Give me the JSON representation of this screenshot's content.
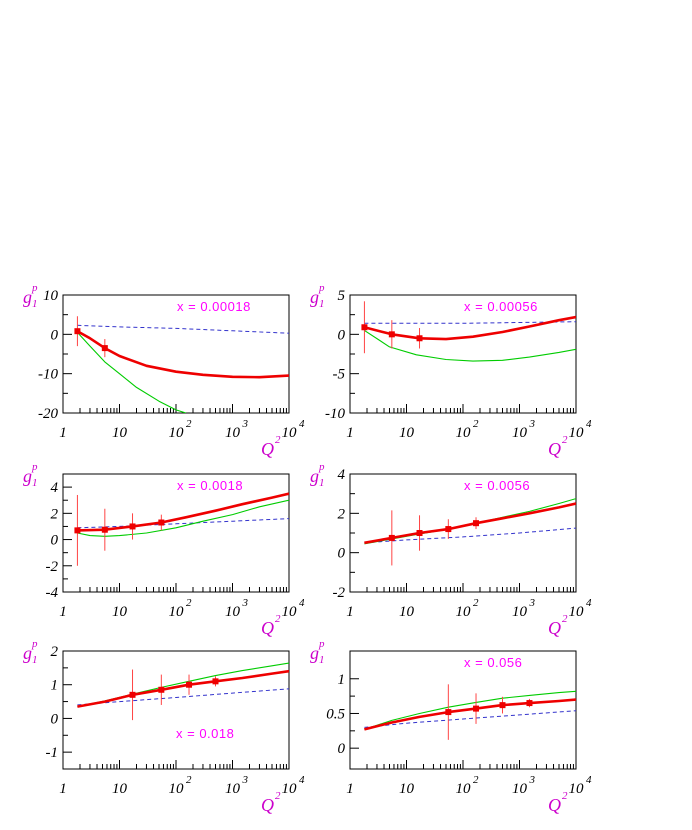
{
  "colors": {
    "thick_curve": "#ee0000",
    "thin_curve": "#00cc00",
    "dashed_curve": "#3333cc",
    "error_bar": "#ff4444",
    "label": "#ff00ff"
  },
  "chart_data": [
    {
      "type": "line",
      "label": "x = 0.00018",
      "ylabel": "g_1^p",
      "xlabel": "Q^2",
      "xscale": "log",
      "xlim": [
        1,
        10000
      ],
      "ylim": [
        -20,
        10
      ],
      "yticks": [
        -20,
        -10,
        0,
        10
      ],
      "label_pos": "top-right",
      "points": [
        [
          1.8,
          0.8,
          3.8
        ],
        [
          5.5,
          -3.5,
          2.3
        ]
      ],
      "series": [
        {
          "style": "thick",
          "x": [
            1.8,
            3,
            5.5,
            10,
            30,
            100,
            300,
            1000,
            3000,
            10000
          ],
          "y": [
            0.8,
            -1.0,
            -3.5,
            -5.5,
            -8.0,
            -9.5,
            -10.3,
            -10.8,
            -10.9,
            -10.5
          ]
        },
        {
          "style": "thin",
          "x": [
            1.8,
            3,
            5.5,
            10,
            20,
            50,
            100,
            150
          ],
          "y": [
            0.5,
            -3.0,
            -7.0,
            -10.0,
            -13.5,
            -17.0,
            -19.2,
            -20.0
          ]
        },
        {
          "style": "dashed",
          "x": [
            1.8,
            10,
            100,
            1000,
            10000
          ],
          "y": [
            2.3,
            1.9,
            1.5,
            0.9,
            0.3
          ]
        }
      ]
    },
    {
      "type": "line",
      "label": "x = 0.00056",
      "ylabel": "g_1^p",
      "xlabel": "Q^2",
      "xscale": "log",
      "xlim": [
        1,
        10000
      ],
      "ylim": [
        -10,
        5
      ],
      "yticks": [
        -10,
        -5,
        0,
        5
      ],
      "label_pos": "top-right",
      "points": [
        [
          1.8,
          0.9,
          3.3
        ],
        [
          5.5,
          0.0,
          1.8
        ],
        [
          17,
          -0.5,
          1.3
        ]
      ],
      "series": [
        {
          "style": "thick",
          "x": [
            1.8,
            5.5,
            17,
            50,
            150,
            500,
            1500,
            5000,
            10000
          ],
          "y": [
            0.9,
            0.0,
            -0.5,
            -0.6,
            -0.3,
            0.3,
            1.0,
            1.8,
            2.2
          ]
        },
        {
          "style": "thin",
          "x": [
            1.8,
            5,
            15,
            50,
            150,
            500,
            1500,
            5000,
            10000
          ],
          "y": [
            0.5,
            -1.6,
            -2.6,
            -3.2,
            -3.4,
            -3.3,
            -2.9,
            -2.3,
            -1.9
          ]
        },
        {
          "style": "dashed",
          "x": [
            1.8,
            10,
            100,
            1000,
            10000
          ],
          "y": [
            1.4,
            1.4,
            1.4,
            1.5,
            1.6
          ]
        }
      ]
    },
    {
      "type": "line",
      "label": "x = 0.0018",
      "ylabel": "g_1^p",
      "xlabel": "Q^2",
      "xscale": "log",
      "xlim": [
        1,
        10000
      ],
      "ylim": [
        -4,
        5
      ],
      "yticks": [
        -4,
        -2,
        0,
        2,
        4
      ],
      "label_pos": "top-right",
      "points": [
        [
          1.8,
          0.7,
          2.7
        ],
        [
          5.5,
          0.75,
          1.6
        ],
        [
          17,
          1.0,
          1.0
        ],
        [
          55,
          1.3,
          0.6
        ]
      ],
      "series": [
        {
          "style": "thick",
          "x": [
            1.8,
            5.5,
            17,
            55,
            150,
            500,
            1500,
            5000,
            10000
          ],
          "y": [
            0.7,
            0.75,
            1.0,
            1.3,
            1.7,
            2.2,
            2.7,
            3.2,
            3.5
          ]
        },
        {
          "style": "thin",
          "x": [
            1.8,
            3,
            5.5,
            10,
            30,
            100,
            300,
            1000,
            3000,
            10000
          ],
          "y": [
            0.5,
            0.3,
            0.25,
            0.3,
            0.5,
            0.9,
            1.4,
            1.9,
            2.5,
            3.0
          ]
        },
        {
          "style": "dashed",
          "x": [
            1.8,
            10,
            100,
            1000,
            10000
          ],
          "y": [
            0.9,
            1.0,
            1.2,
            1.4,
            1.6
          ]
        }
      ]
    },
    {
      "type": "line",
      "label": "x = 0.0056",
      "ylabel": "g_1^p",
      "xlabel": "Q^2",
      "xscale": "log",
      "xlim": [
        1,
        10000
      ],
      "ylim": [
        -2,
        4
      ],
      "yticks": [
        -2,
        0,
        2,
        4
      ],
      "label_pos": "top-right",
      "points": [
        [
          5.5,
          0.75,
          1.4
        ],
        [
          17,
          1.0,
          0.9
        ],
        [
          55,
          1.2,
          0.5
        ],
        [
          170,
          1.5,
          0.3
        ]
      ],
      "series": [
        {
          "style": "thick",
          "x": [
            1.8,
            5.5,
            17,
            55,
            170,
            500,
            1500,
            5000,
            10000
          ],
          "y": [
            0.5,
            0.75,
            1.0,
            1.2,
            1.5,
            1.75,
            2.0,
            2.3,
            2.5
          ]
        },
        {
          "style": "thin",
          "x": [
            1.8,
            5.5,
            17,
            55,
            170,
            500,
            1500,
            5000,
            10000
          ],
          "y": [
            0.45,
            0.7,
            0.95,
            1.2,
            1.5,
            1.8,
            2.1,
            2.5,
            2.75
          ]
        },
        {
          "style": "dashed",
          "x": [
            1.8,
            10,
            100,
            1000,
            10000
          ],
          "y": [
            0.5,
            0.65,
            0.8,
            1.0,
            1.25
          ]
        }
      ]
    },
    {
      "type": "line",
      "label": "x = 0.018",
      "ylabel": "g_1^p",
      "xlabel": "Q^2",
      "xscale": "log",
      "xlim": [
        1,
        10000
      ],
      "ylim": [
        -1.5,
        2
      ],
      "yticks": [
        -1,
        0,
        1,
        2
      ],
      "label_pos": "bottom-center",
      "points": [
        [
          17,
          0.7,
          0.75
        ],
        [
          55,
          0.85,
          0.45
        ],
        [
          170,
          1.0,
          0.3
        ],
        [
          500,
          1.1,
          0.15
        ]
      ],
      "series": [
        {
          "style": "thick",
          "x": [
            1.8,
            5.5,
            17,
            55,
            170,
            500,
            1500,
            5000,
            10000
          ],
          "y": [
            0.35,
            0.5,
            0.7,
            0.85,
            1.0,
            1.1,
            1.2,
            1.33,
            1.4
          ]
        },
        {
          "style": "thin",
          "x": [
            1.8,
            5.5,
            17,
            55,
            170,
            500,
            1500,
            5000,
            10000
          ],
          "y": [
            0.35,
            0.52,
            0.72,
            0.92,
            1.1,
            1.27,
            1.42,
            1.56,
            1.64
          ]
        },
        {
          "style": "dashed",
          "x": [
            1.8,
            10,
            100,
            1000,
            10000
          ],
          "y": [
            0.4,
            0.5,
            0.62,
            0.75,
            0.88
          ]
        }
      ]
    },
    {
      "type": "line",
      "label": "x = 0.056",
      "ylabel": "g_1^p",
      "xlabel": "Q^2",
      "xscale": "log",
      "xlim": [
        1,
        10000
      ],
      "ylim": [
        -0.3,
        1.4
      ],
      "yticks": [
        0,
        0.5,
        1
      ],
      "label_pos": "top-right",
      "points": [
        [
          55,
          0.52,
          0.4
        ],
        [
          170,
          0.57,
          0.22
        ],
        [
          500,
          0.62,
          0.12
        ],
        [
          1500,
          0.65,
          0.06
        ]
      ],
      "series": [
        {
          "style": "thick",
          "x": [
            1.8,
            5.5,
            17,
            55,
            170,
            500,
            1500,
            5000,
            10000
          ],
          "y": [
            0.27,
            0.37,
            0.45,
            0.52,
            0.57,
            0.62,
            0.65,
            0.68,
            0.7
          ]
        },
        {
          "style": "thin",
          "x": [
            1.8,
            5.5,
            17,
            55,
            170,
            500,
            1500,
            5000,
            10000
          ],
          "y": [
            0.27,
            0.4,
            0.5,
            0.59,
            0.66,
            0.72,
            0.76,
            0.8,
            0.82
          ]
        },
        {
          "style": "dashed",
          "x": [
            1.8,
            10,
            100,
            1000,
            10000
          ],
          "y": [
            0.3,
            0.36,
            0.42,
            0.48,
            0.54
          ]
        }
      ]
    }
  ],
  "xtick_labels": {
    "base": "10",
    "one": "1",
    "exp2": "2",
    "exp3": "3",
    "exp4": "4",
    "ytick_prefix": ""
  },
  "axis_text": {
    "y_main": "g",
    "y_sub": "1",
    "y_sup": "p",
    "x_main": "Q",
    "x_sup": "2"
  }
}
